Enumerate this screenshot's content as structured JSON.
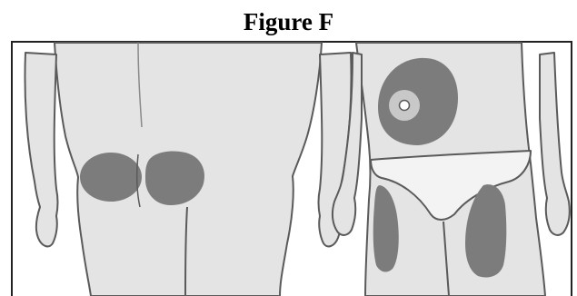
{
  "figure": {
    "title": "Figure F"
  },
  "colors": {
    "skin": "#e4e4e4",
    "outline": "#5a5a5a",
    "injection_site": "#7c7c7c",
    "navel_ring": "#c8c8c8",
    "underwear": "#f3f3f3",
    "frame": "#222222"
  },
  "views": [
    {
      "view": "back",
      "injection_sites": [
        "left-buttock",
        "right-buttock"
      ]
    },
    {
      "view": "front",
      "injection_sites": [
        "abdomen",
        "left-thigh",
        "right-thigh"
      ]
    }
  ]
}
